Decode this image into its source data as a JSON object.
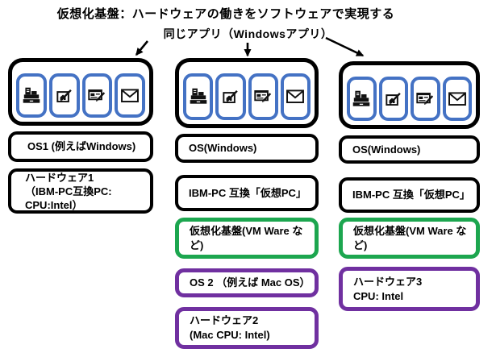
{
  "title": "仮想化基盤：ハードウェアの働きをソフトウェアで実現する",
  "subtitle": "同じアプリ（Windowsアプリ）",
  "colors": {
    "box_border_black": "#000000",
    "app_tile_blue": "#4472C4",
    "virtualization_green": "#1CA64F",
    "hardware_purple": "#7030A0"
  },
  "app_icons": [
    "cash-register-icon",
    "blueprint-design-icon",
    "form-editor-icon",
    "mail-icon"
  ],
  "columns": [
    {
      "id": "physical-windows-pc",
      "boxes": [
        {
          "type": "black",
          "lines": [
            "OS1 (例えばWindows)"
          ]
        },
        {
          "type": "black",
          "lines": [
            "ハードウェア1",
            "（IBM-PC互換PC:",
            "CPU:Intel）"
          ]
        }
      ]
    },
    {
      "id": "virtual-pc-on-mac",
      "boxes": [
        {
          "type": "black",
          "lines": [
            "OS(Windows)"
          ]
        },
        {
          "type": "black",
          "lines": [
            "IBM-PC 互換「仮想PC」"
          ]
        },
        {
          "type": "green",
          "lines": [
            "仮想化基盤(VM Ware な",
            "ど)"
          ]
        },
        {
          "type": "purple",
          "lines": [
            "OS 2 （例えば Mac OS）"
          ]
        },
        {
          "type": "purple",
          "lines": [
            "ハードウェア2",
            "(Mac CPU: Intel)"
          ]
        }
      ]
    },
    {
      "id": "virtual-pc-on-bare-metal",
      "boxes": [
        {
          "type": "black",
          "lines": [
            "OS(Windows)"
          ]
        },
        {
          "type": "black",
          "lines": [
            "IBM-PC 互換「仮想PC」"
          ]
        },
        {
          "type": "green",
          "lines": [
            "仮想化基盤(VM Ware な",
            "ど)"
          ]
        },
        {
          "type": "purple",
          "lines": [
            "ハードウェア3",
            "CPU: Intel"
          ]
        }
      ]
    }
  ]
}
